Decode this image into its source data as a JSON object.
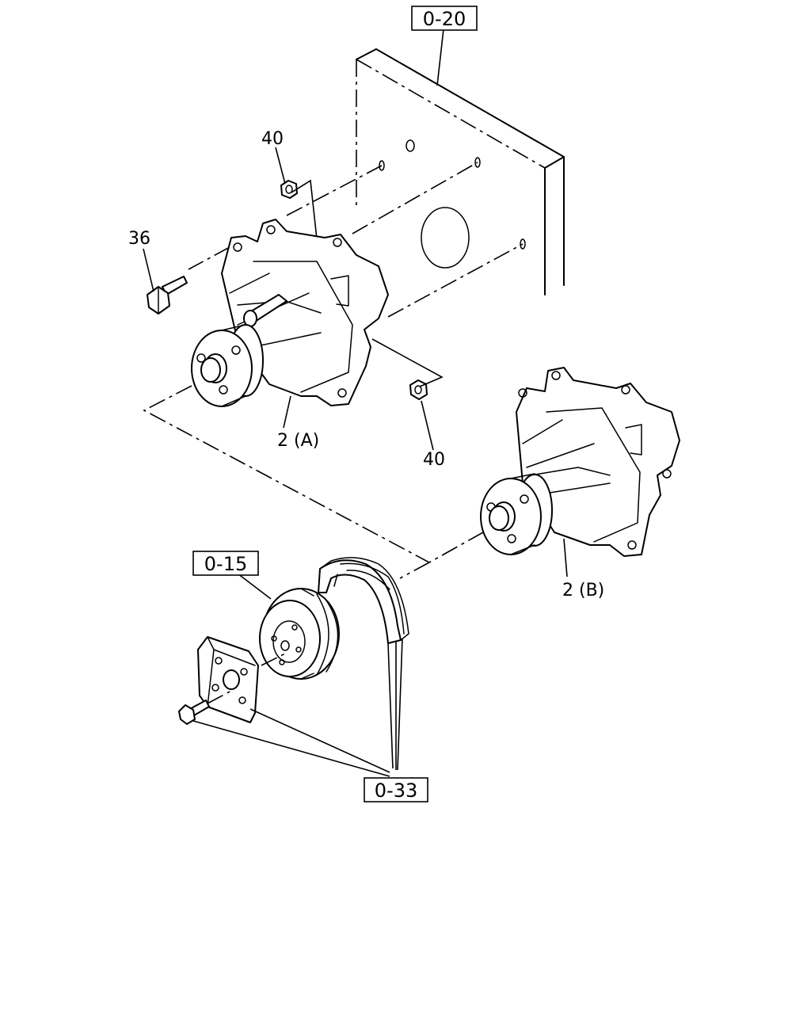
{
  "references": {
    "top": "0-20",
    "pulley": "0-15",
    "belt": "0-33"
  },
  "parts": {
    "bolt": "36",
    "nut_upper": "40",
    "nut_lower": "40",
    "pump_a": "2 (A)",
    "pump_b": "2 (B)"
  }
}
